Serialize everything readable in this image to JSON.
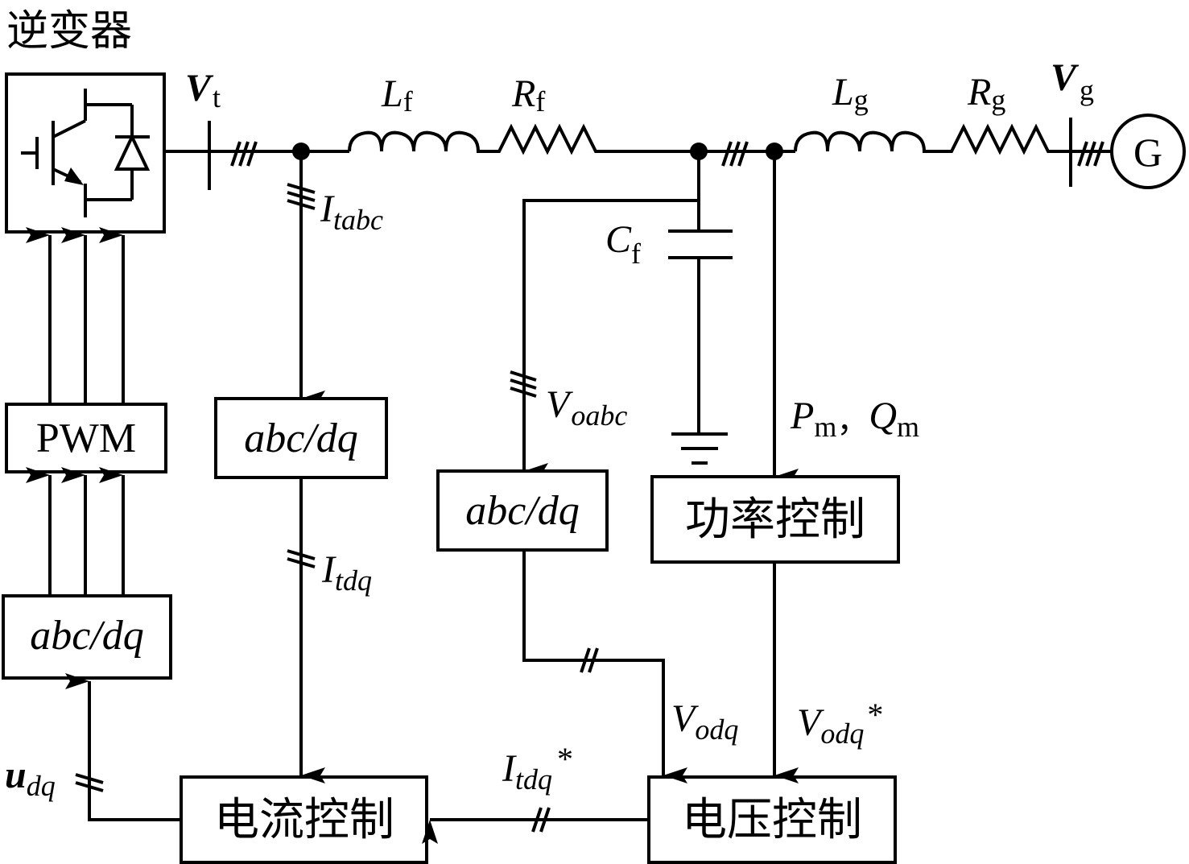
{
  "title": "逆变器",
  "components": {
    "inverter": {
      "label": "逆变器"
    },
    "Vt": {
      "main": "V",
      "sub": "t"
    },
    "Lf": {
      "main": "L",
      "sub": "f"
    },
    "Rf": {
      "main": "R",
      "sub": "f"
    },
    "Cf": {
      "main": "C",
      "sub": "f"
    },
    "Lg": {
      "main": "L",
      "sub": "g"
    },
    "Rg": {
      "main": "R",
      "sub": "g"
    },
    "Vg": {
      "main": "V",
      "sub": "g"
    },
    "generator": {
      "label": "G"
    }
  },
  "blocks": {
    "pwm": "PWM",
    "abc_dq_left": "abc/dq",
    "abc_dq_current": "abc/dq",
    "abc_dq_voltage": "abc/dq",
    "power_control": "功率控制",
    "current_control": "电流控制",
    "voltage_control": "电压控制"
  },
  "signals": {
    "Itabc": {
      "main": "I",
      "sub": "tabc"
    },
    "Itdq": {
      "main": "I",
      "sub": "tdq"
    },
    "Voabc": {
      "main": "V",
      "sub": "oabc"
    },
    "PmQm": {
      "p": "P",
      "psub": "m",
      "sep": "，",
      "q": "Q",
      "qsub": "m"
    },
    "Vodq": {
      "main": "V",
      "sub": "odq"
    },
    "Vodq_ref": {
      "main": "V",
      "sub": "odq",
      "star": "*"
    },
    "Itdq_ref": {
      "main": "I",
      "sub": "tdq",
      "star": "*"
    },
    "udq": {
      "main": "u",
      "sub": "dq"
    }
  }
}
